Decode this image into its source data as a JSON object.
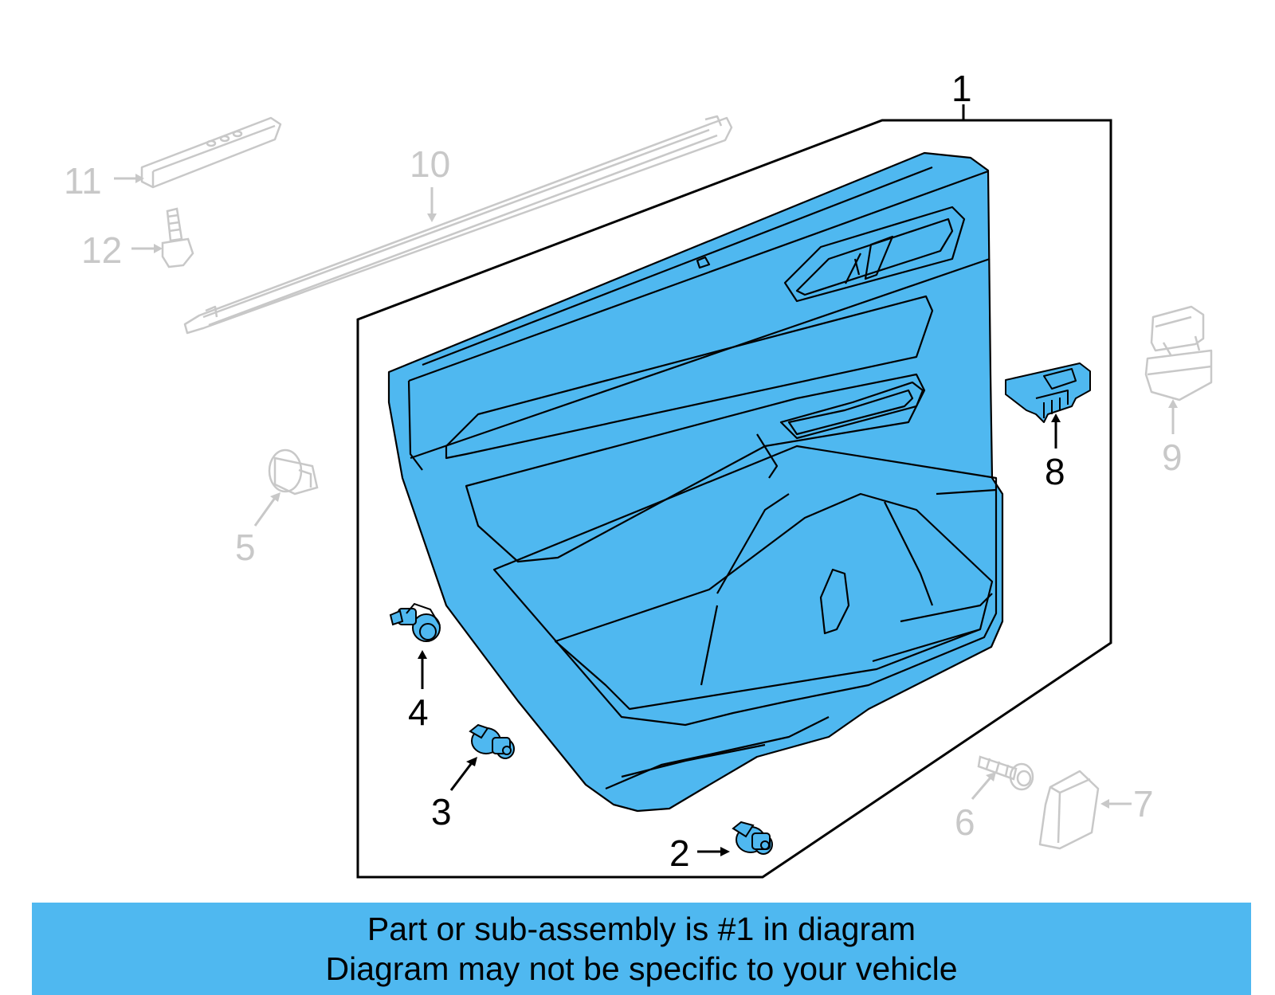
{
  "callouts": {
    "c1": "1",
    "c2": "2",
    "c3": "3",
    "c4": "4",
    "c5": "5",
    "c6": "6",
    "c7": "7",
    "c8": "8",
    "c9": "9",
    "c10": "10",
    "c11": "11",
    "c12": "12"
  },
  "banner": {
    "line1": "Part or sub-assembly is #1 in diagram",
    "line2": "Diagram may not be specific to your vehicle"
  },
  "colors": {
    "highlight": "#4fb8f0",
    "outline": "#000000",
    "faded": "#c8c8c8"
  }
}
